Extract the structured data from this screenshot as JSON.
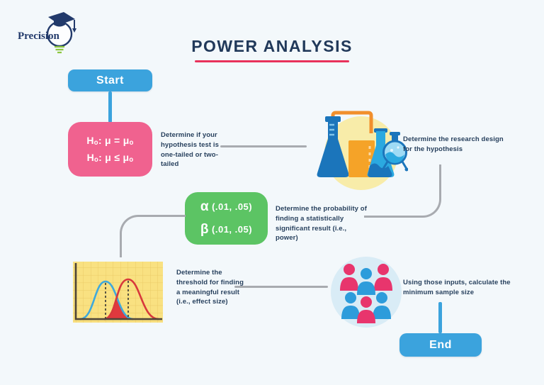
{
  "logo": {
    "text": "Precision"
  },
  "title": {
    "text": "POWER ANALYSIS",
    "underline_color": "#E8325B"
  },
  "nodes": {
    "start_label": "Start",
    "end_label": "End",
    "hypothesis": {
      "line1": "Hₒ: μ = μₒ",
      "line2": "Hₒ: μ ≤ μₒ",
      "color": "#F0628F"
    },
    "alpha_beta": {
      "alpha_symbol": "α",
      "alpha_values": "(.01, .05)",
      "beta_symbol": "β",
      "beta_values": "(.01, .05)",
      "color": "#5CC464"
    }
  },
  "steps": [
    {
      "text": "Determine if your hypothesis test is one-tailed or two-tailed"
    },
    {
      "text": "Determine the research design for the hypothesis"
    },
    {
      "text": "Determine the probability of finding a statistically significant result (i.e., power)"
    },
    {
      "text": "Determine the threshold for finding a meaningful result (i.e., effect size)"
    },
    {
      "text": "Using those inputs, calculate the minimum sample size"
    }
  ],
  "illustrations": {
    "research": "lab-flasks-icon",
    "effect_size": "overlapping-distributions-chart-icon",
    "sample_size": "people-group-icon"
  },
  "colors": {
    "background": "#F3F8FB",
    "accent_blue": "#3BA3DD",
    "pink_box": "#F0628F",
    "green_box": "#5CC464",
    "navy_text": "#21395A",
    "title_underline": "#E8325B",
    "connector_gray": "#A8ABB0",
    "chart_yellow": "#F9E181",
    "person_pink": "#E8356D",
    "person_blue": "#2D9CDB"
  }
}
